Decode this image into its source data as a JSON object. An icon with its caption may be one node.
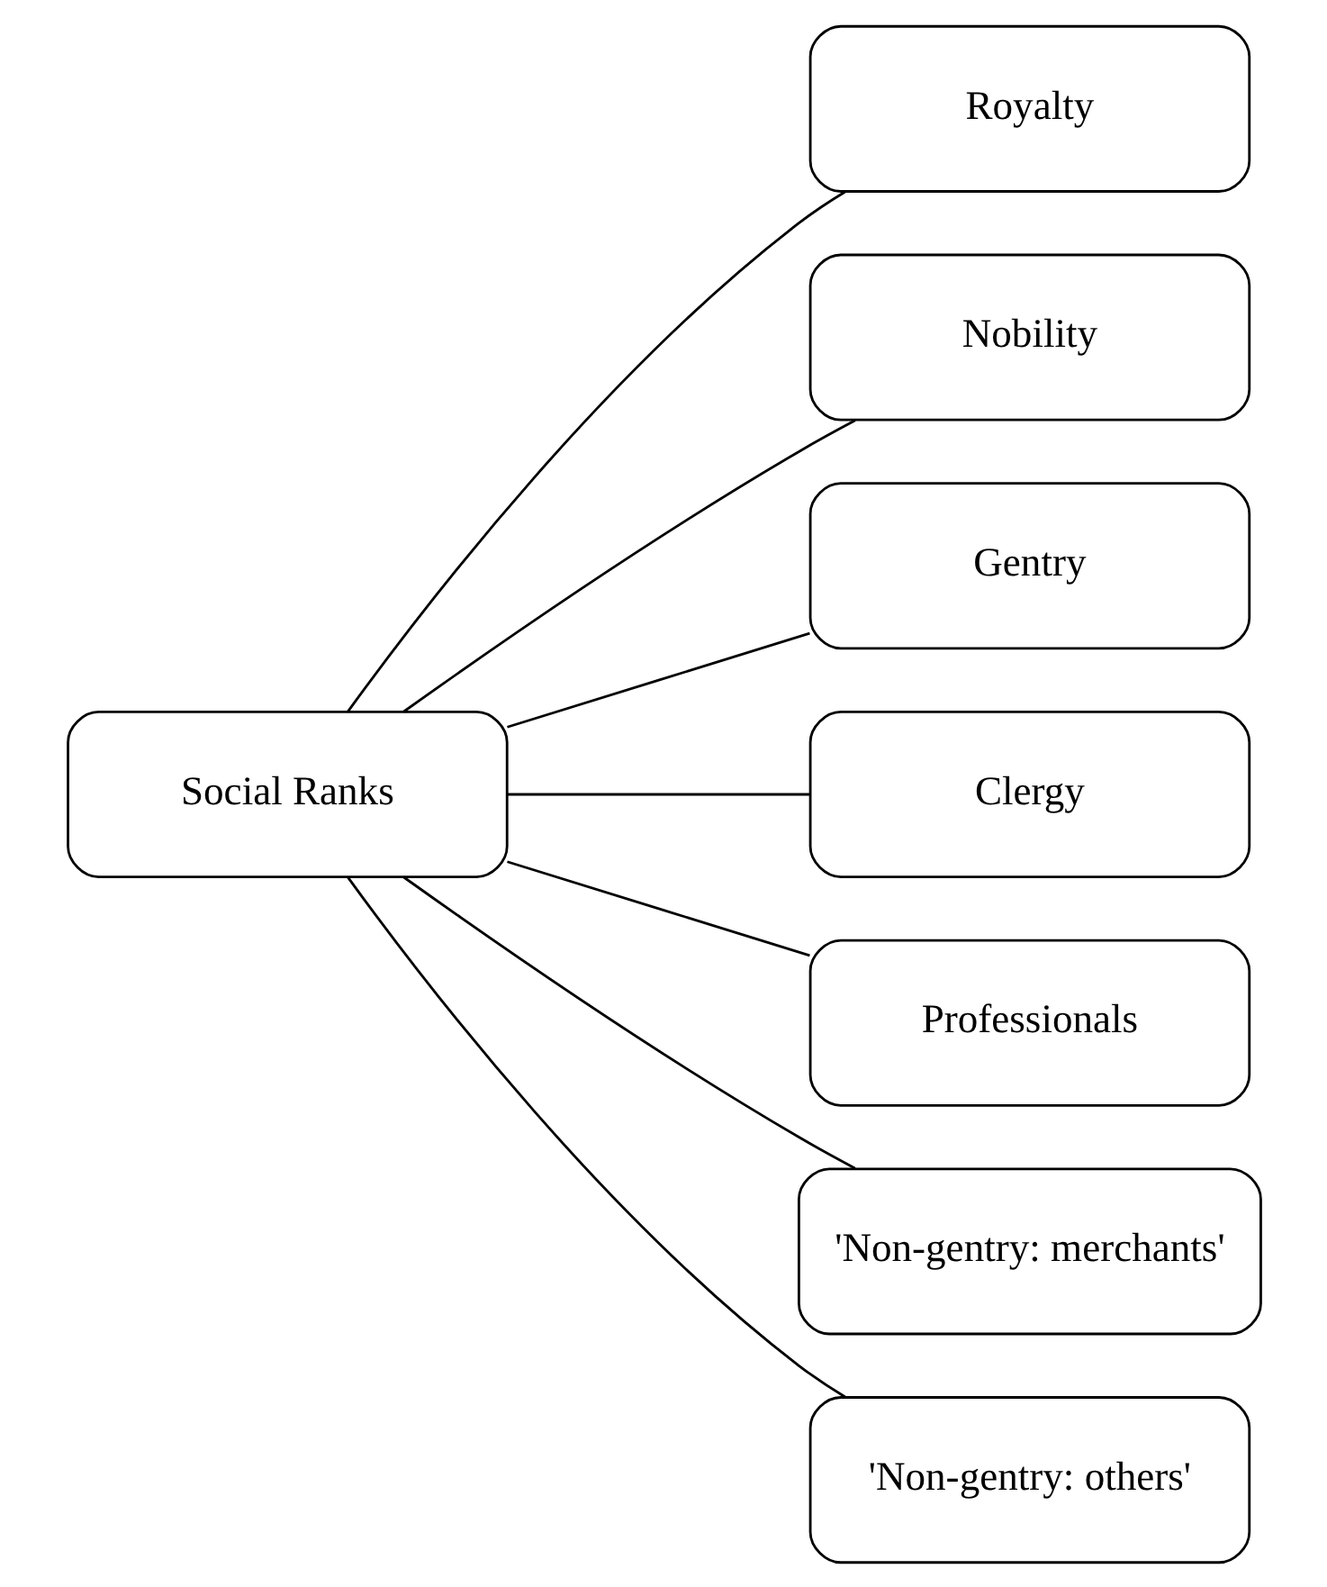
{
  "diagram": {
    "nodes": [
      {
        "text": [
          "Social Ranks"
        ]
      },
      {
        "text": [
          "Royalty"
        ]
      },
      {
        "text": [
          "Nobility"
        ]
      },
      {
        "text": [
          "Gentry"
        ]
      },
      {
        "text": [
          "Clergy"
        ]
      },
      {
        "text": [
          "Professionals"
        ]
      },
      {
        "text": [
          "'Non-gentry: merchants'"
        ]
      },
      {
        "text": [
          "'Non-gentry: others'"
        ]
      }
    ],
    "edges": [
      {
        "from": 0,
        "to": 1,
        "arrow": "none"
      },
      {
        "from": 0,
        "to": 2,
        "arrow": "none"
      },
      {
        "from": 0,
        "to": 3,
        "arrow": "none"
      },
      {
        "from": 0,
        "to": 4,
        "arrow": "none"
      },
      {
        "from": 0,
        "to": 5,
        "arrow": "none"
      },
      {
        "from": 0,
        "to": 6,
        "arrow": "none"
      },
      {
        "from": 0,
        "to": 7,
        "arrow": "none"
      }
    ]
  }
}
